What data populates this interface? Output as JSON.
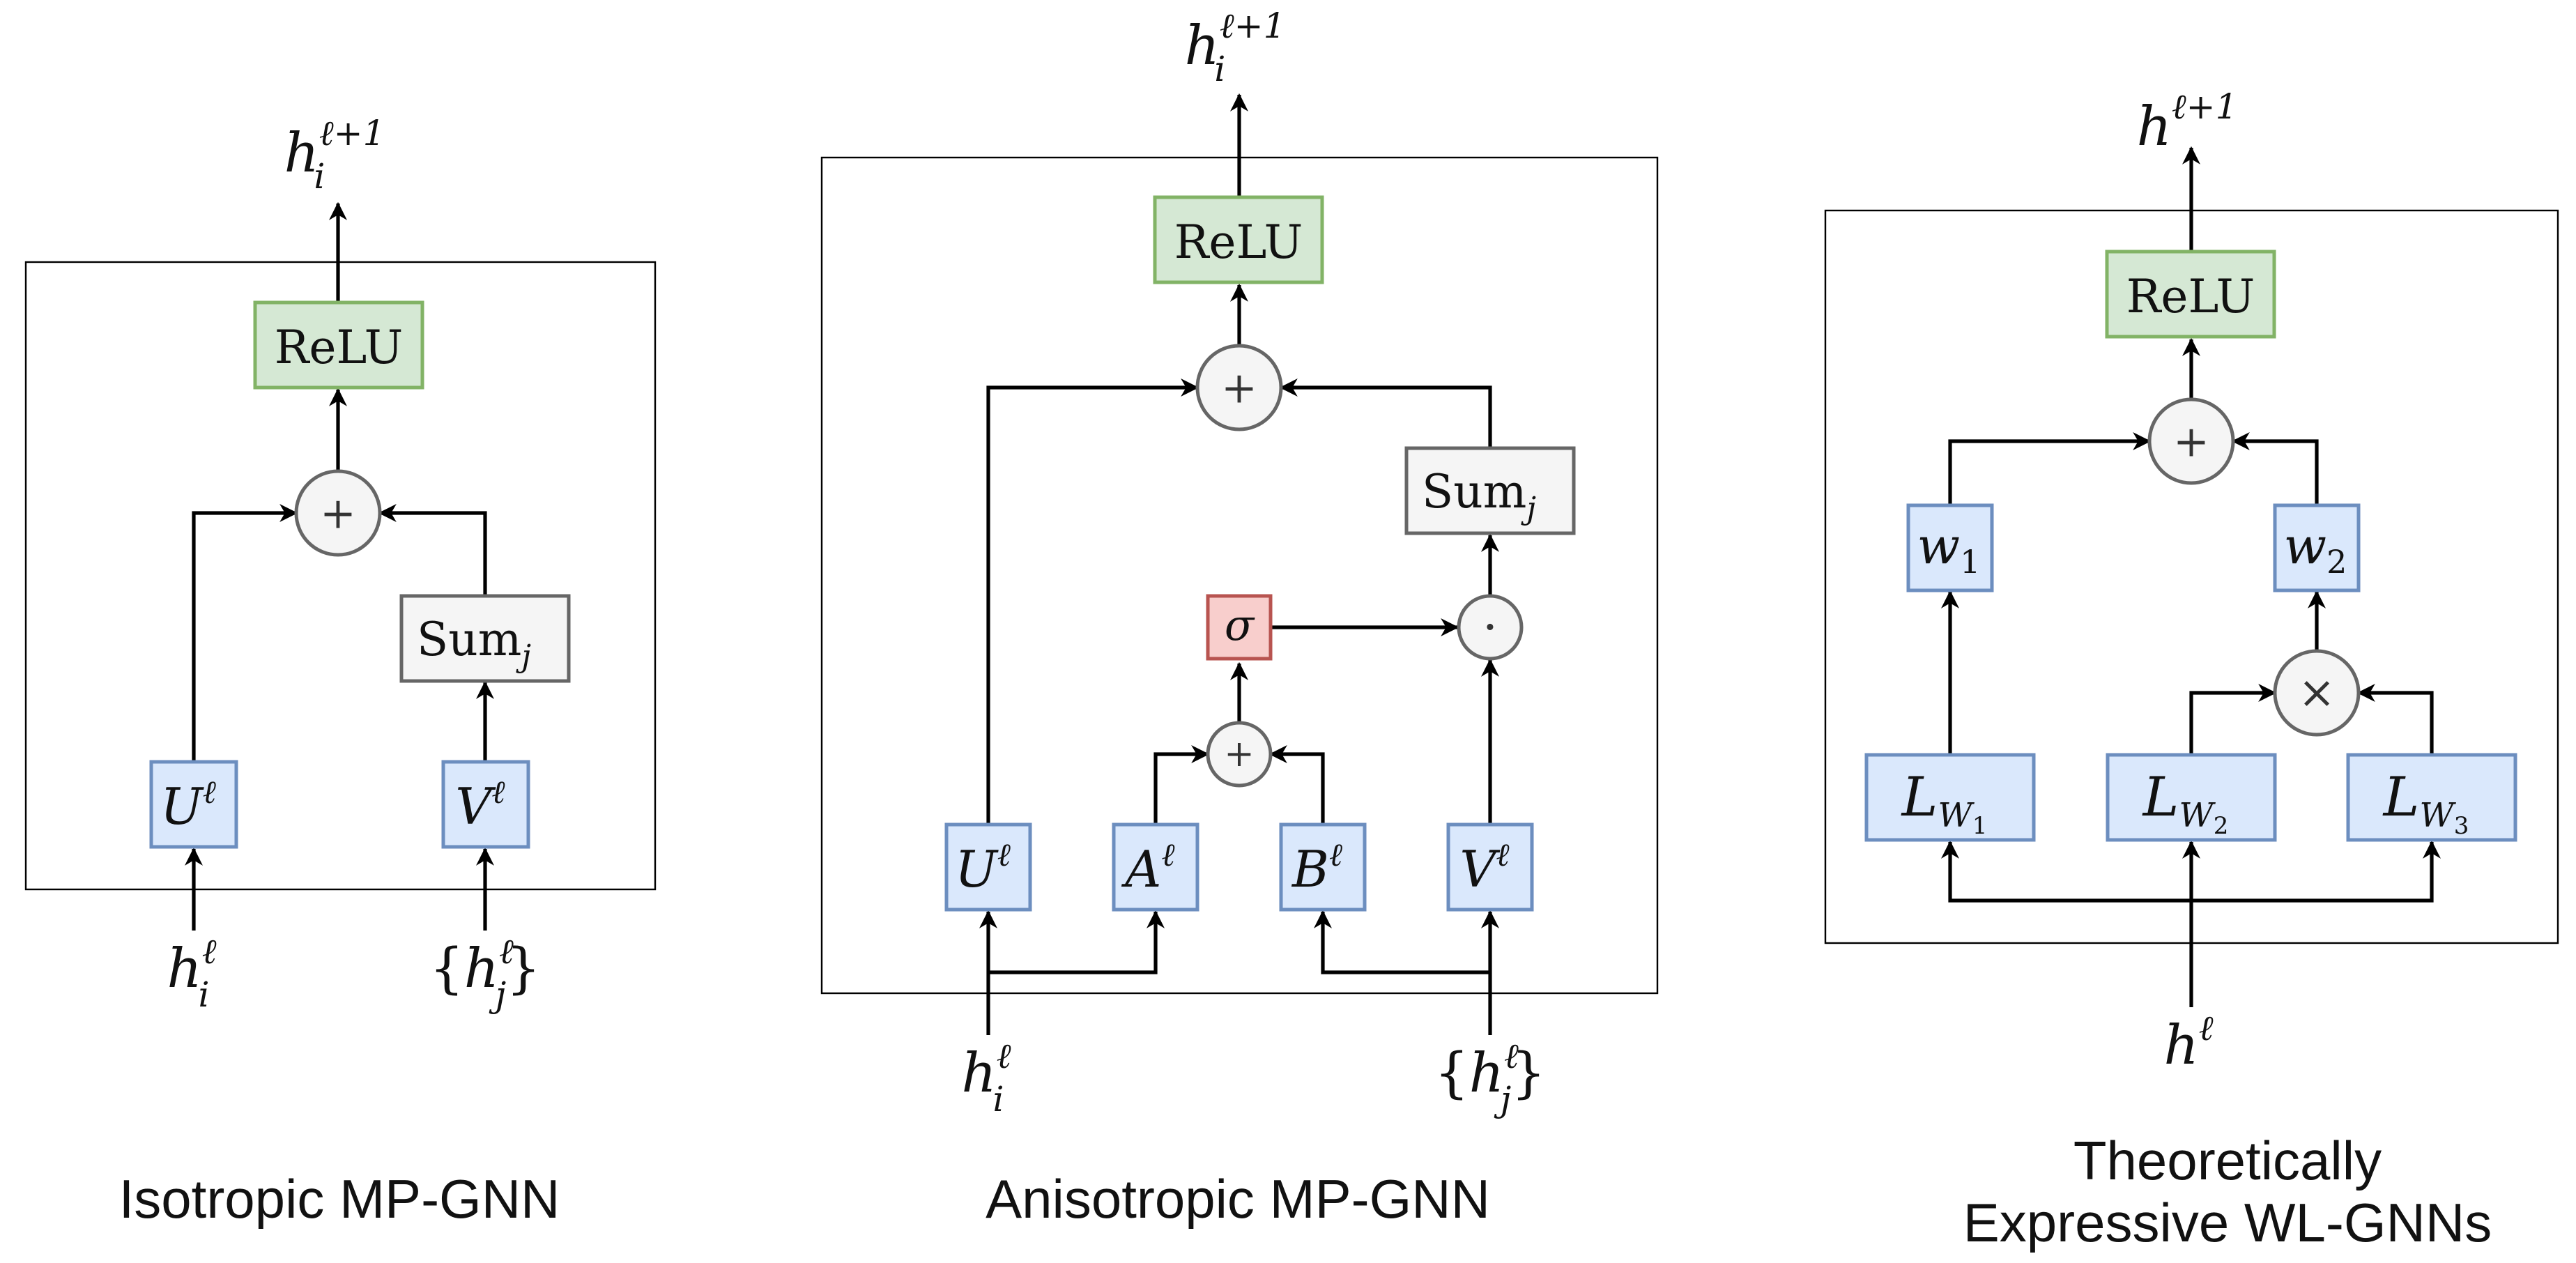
{
  "panels": {
    "isotropic": {
      "caption": "Isotropic MP-GNN",
      "relu": "ReLU",
      "sum": {
        "main": "Sum",
        "sub": "j"
      },
      "u": {
        "base": "U",
        "sup": "ℓ"
      },
      "v": {
        "base": "V",
        "sup": "ℓ"
      },
      "input_i": {
        "base": "h",
        "sup": "ℓ",
        "sub": "i"
      },
      "input_j": {
        "base": "h",
        "sup": "ℓ",
        "sub": "j",
        "open": "{",
        "close": "}"
      },
      "output": {
        "base": "h",
        "sup": "ℓ+1",
        "sub": "i"
      },
      "plus": "+"
    },
    "anisotropic": {
      "caption": "Anisotropic MP-GNN",
      "relu": "ReLU",
      "sum": {
        "main": "Sum",
        "sub": "j"
      },
      "sigma": "σ",
      "u": {
        "base": "U",
        "sup": "ℓ"
      },
      "a": {
        "base": "A",
        "sup": "ℓ"
      },
      "b": {
        "base": "B",
        "sup": "ℓ"
      },
      "v": {
        "base": "V",
        "sup": "ℓ"
      },
      "input_i": {
        "base": "h",
        "sup": "ℓ",
        "sub": "i"
      },
      "input_j": {
        "base": "h",
        "sup": "ℓ",
        "sub": "j",
        "open": "{",
        "close": "}"
      },
      "output": {
        "base": "h",
        "sup": "ℓ+1",
        "sub": "i"
      },
      "plus_top": "+",
      "plus_gate": "+",
      "dot": "·"
    },
    "wl": {
      "caption_line1": "Theoretically",
      "caption_line2": "Expressive WL-GNNs",
      "relu": "ReLU",
      "w1": {
        "base": "w",
        "sub": "1"
      },
      "w2": {
        "base": "w",
        "sub": "2"
      },
      "l1": {
        "base": "L",
        "sub": "W",
        "subsub": "1"
      },
      "l2": {
        "base": "L",
        "sub": "W",
        "subsub": "2"
      },
      "l3": {
        "base": "L",
        "sub": "W",
        "subsub": "3"
      },
      "input": {
        "base": "h",
        "sup": "ℓ"
      },
      "output": {
        "base": "h",
        "sup": "ℓ+1"
      },
      "plus": "+",
      "times": "×"
    }
  },
  "colors": {
    "blue_fill": "#dae8fc",
    "blue_stroke": "#6c8ebf",
    "green_fill": "#d5e8d4",
    "green_stroke": "#82b366",
    "gray_fill": "#f5f5f5",
    "gray_stroke": "#666666",
    "red_fill": "#f8cecc",
    "red_stroke": "#b85450"
  }
}
